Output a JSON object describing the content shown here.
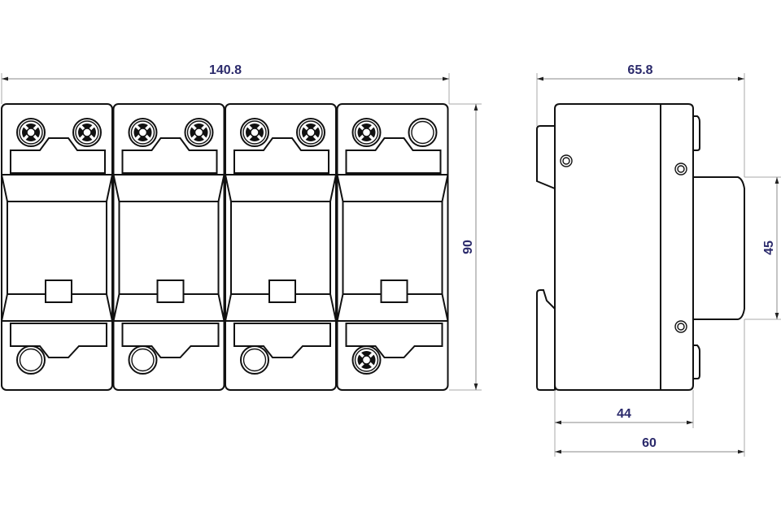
{
  "colors": {
    "dimension_text": "#2b2a6b",
    "outline": "#111111"
  },
  "front_view": {
    "modules": [
      {
        "top_terminals": [
          "screw",
          "screw"
        ],
        "bottom_terminal": "plain"
      },
      {
        "top_terminals": [
          "screw",
          "screw"
        ],
        "bottom_terminal": "plain"
      },
      {
        "top_terminals": [
          "screw",
          "screw"
        ],
        "bottom_terminal": "plain"
      },
      {
        "top_terminals": [
          "screw",
          "plain"
        ],
        "bottom_terminal": "screw"
      }
    ],
    "width_label": "140.8",
    "height_label": "90"
  },
  "side_view": {
    "width_label": "65.8",
    "rail_label": "45",
    "depth_front_label": "44",
    "depth_total_label": "60"
  }
}
